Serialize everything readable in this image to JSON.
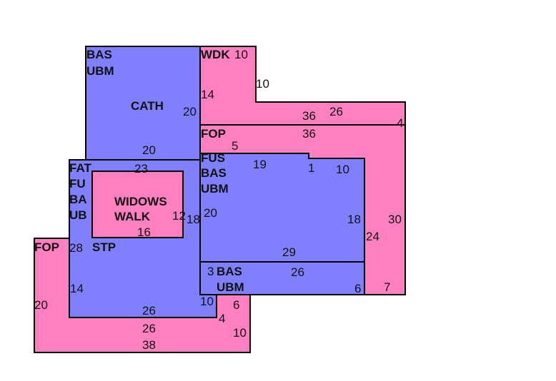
{
  "colors": {
    "pink": "#ff80c0",
    "blue": "#8080ff",
    "outline": "#000000"
  },
  "labels": {
    "bas_ubm_top": [
      "BAS",
      "UBM"
    ],
    "cath": "CATH",
    "wdk": "WDK",
    "fop_right": "FOP",
    "fus_bas_ubm": [
      "FUS",
      "BAS",
      "UBM"
    ],
    "fat_left": [
      "FAT",
      "FU",
      "BA",
      "UB"
    ],
    "widows_walk": [
      "WIDOWS",
      "WALK"
    ],
    "stp": "STP",
    "fop_left": "FOP",
    "bas_ubm_bottom": [
      "BAS",
      "UBM"
    ]
  },
  "dimensions": {
    "d1": "10",
    "d2": "10",
    "d3": "14",
    "d4": "20",
    "d5": "36",
    "d6": "26",
    "d7": "4",
    "d8": "36",
    "d9": "5",
    "d10": "20",
    "d11": "23",
    "d12": "19",
    "d13": "1",
    "d14": "10",
    "d15": "12",
    "d16": "18",
    "d17": "20",
    "d18": "16",
    "d19": "18",
    "d20": "30",
    "d21": "24",
    "d22": "28",
    "d23": "29",
    "d24": "3",
    "d25": "26",
    "d26": "14",
    "d27": "6",
    "d28": "7",
    "d29": "20",
    "d30": "10",
    "d31": "6",
    "d32": "26",
    "d33": "4",
    "d34": "26",
    "d35": "10",
    "d36": "38"
  }
}
